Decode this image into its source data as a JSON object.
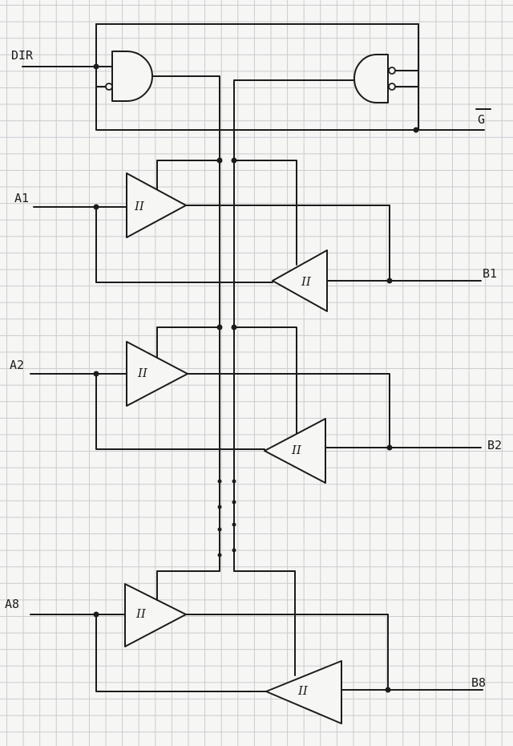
{
  "labels": {
    "dir": "DIR",
    "g": "G",
    "a1": "A1",
    "a2": "A2",
    "a8": "A8",
    "b1": "B1",
    "b2": "B2",
    "b8": "B8"
  },
  "buffer_symbol": "II",
  "ink_color": "#1c1c1c",
  "grid_color": "#c9cbcf"
}
